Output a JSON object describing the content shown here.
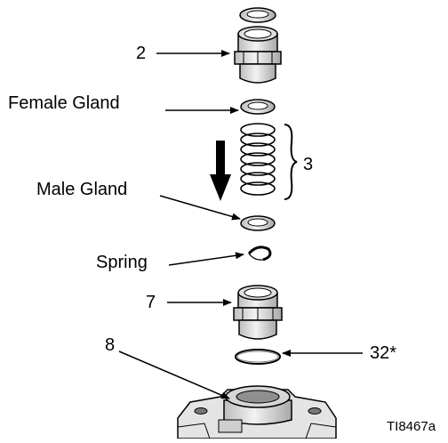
{
  "callouts": {
    "part_2": "2",
    "female_gland": "Female Gland",
    "part_3": "3",
    "male_gland": "Male Gland",
    "spring": "Spring",
    "part_7": "7",
    "part_8": "8",
    "part_32": "32*"
  },
  "figure_id": "TI8467a",
  "colors": {
    "line": "#000000",
    "part_fill": "#e6e6e6",
    "part_shade": "#c4c4c4",
    "part_dark": "#9a9a9a"
  }
}
